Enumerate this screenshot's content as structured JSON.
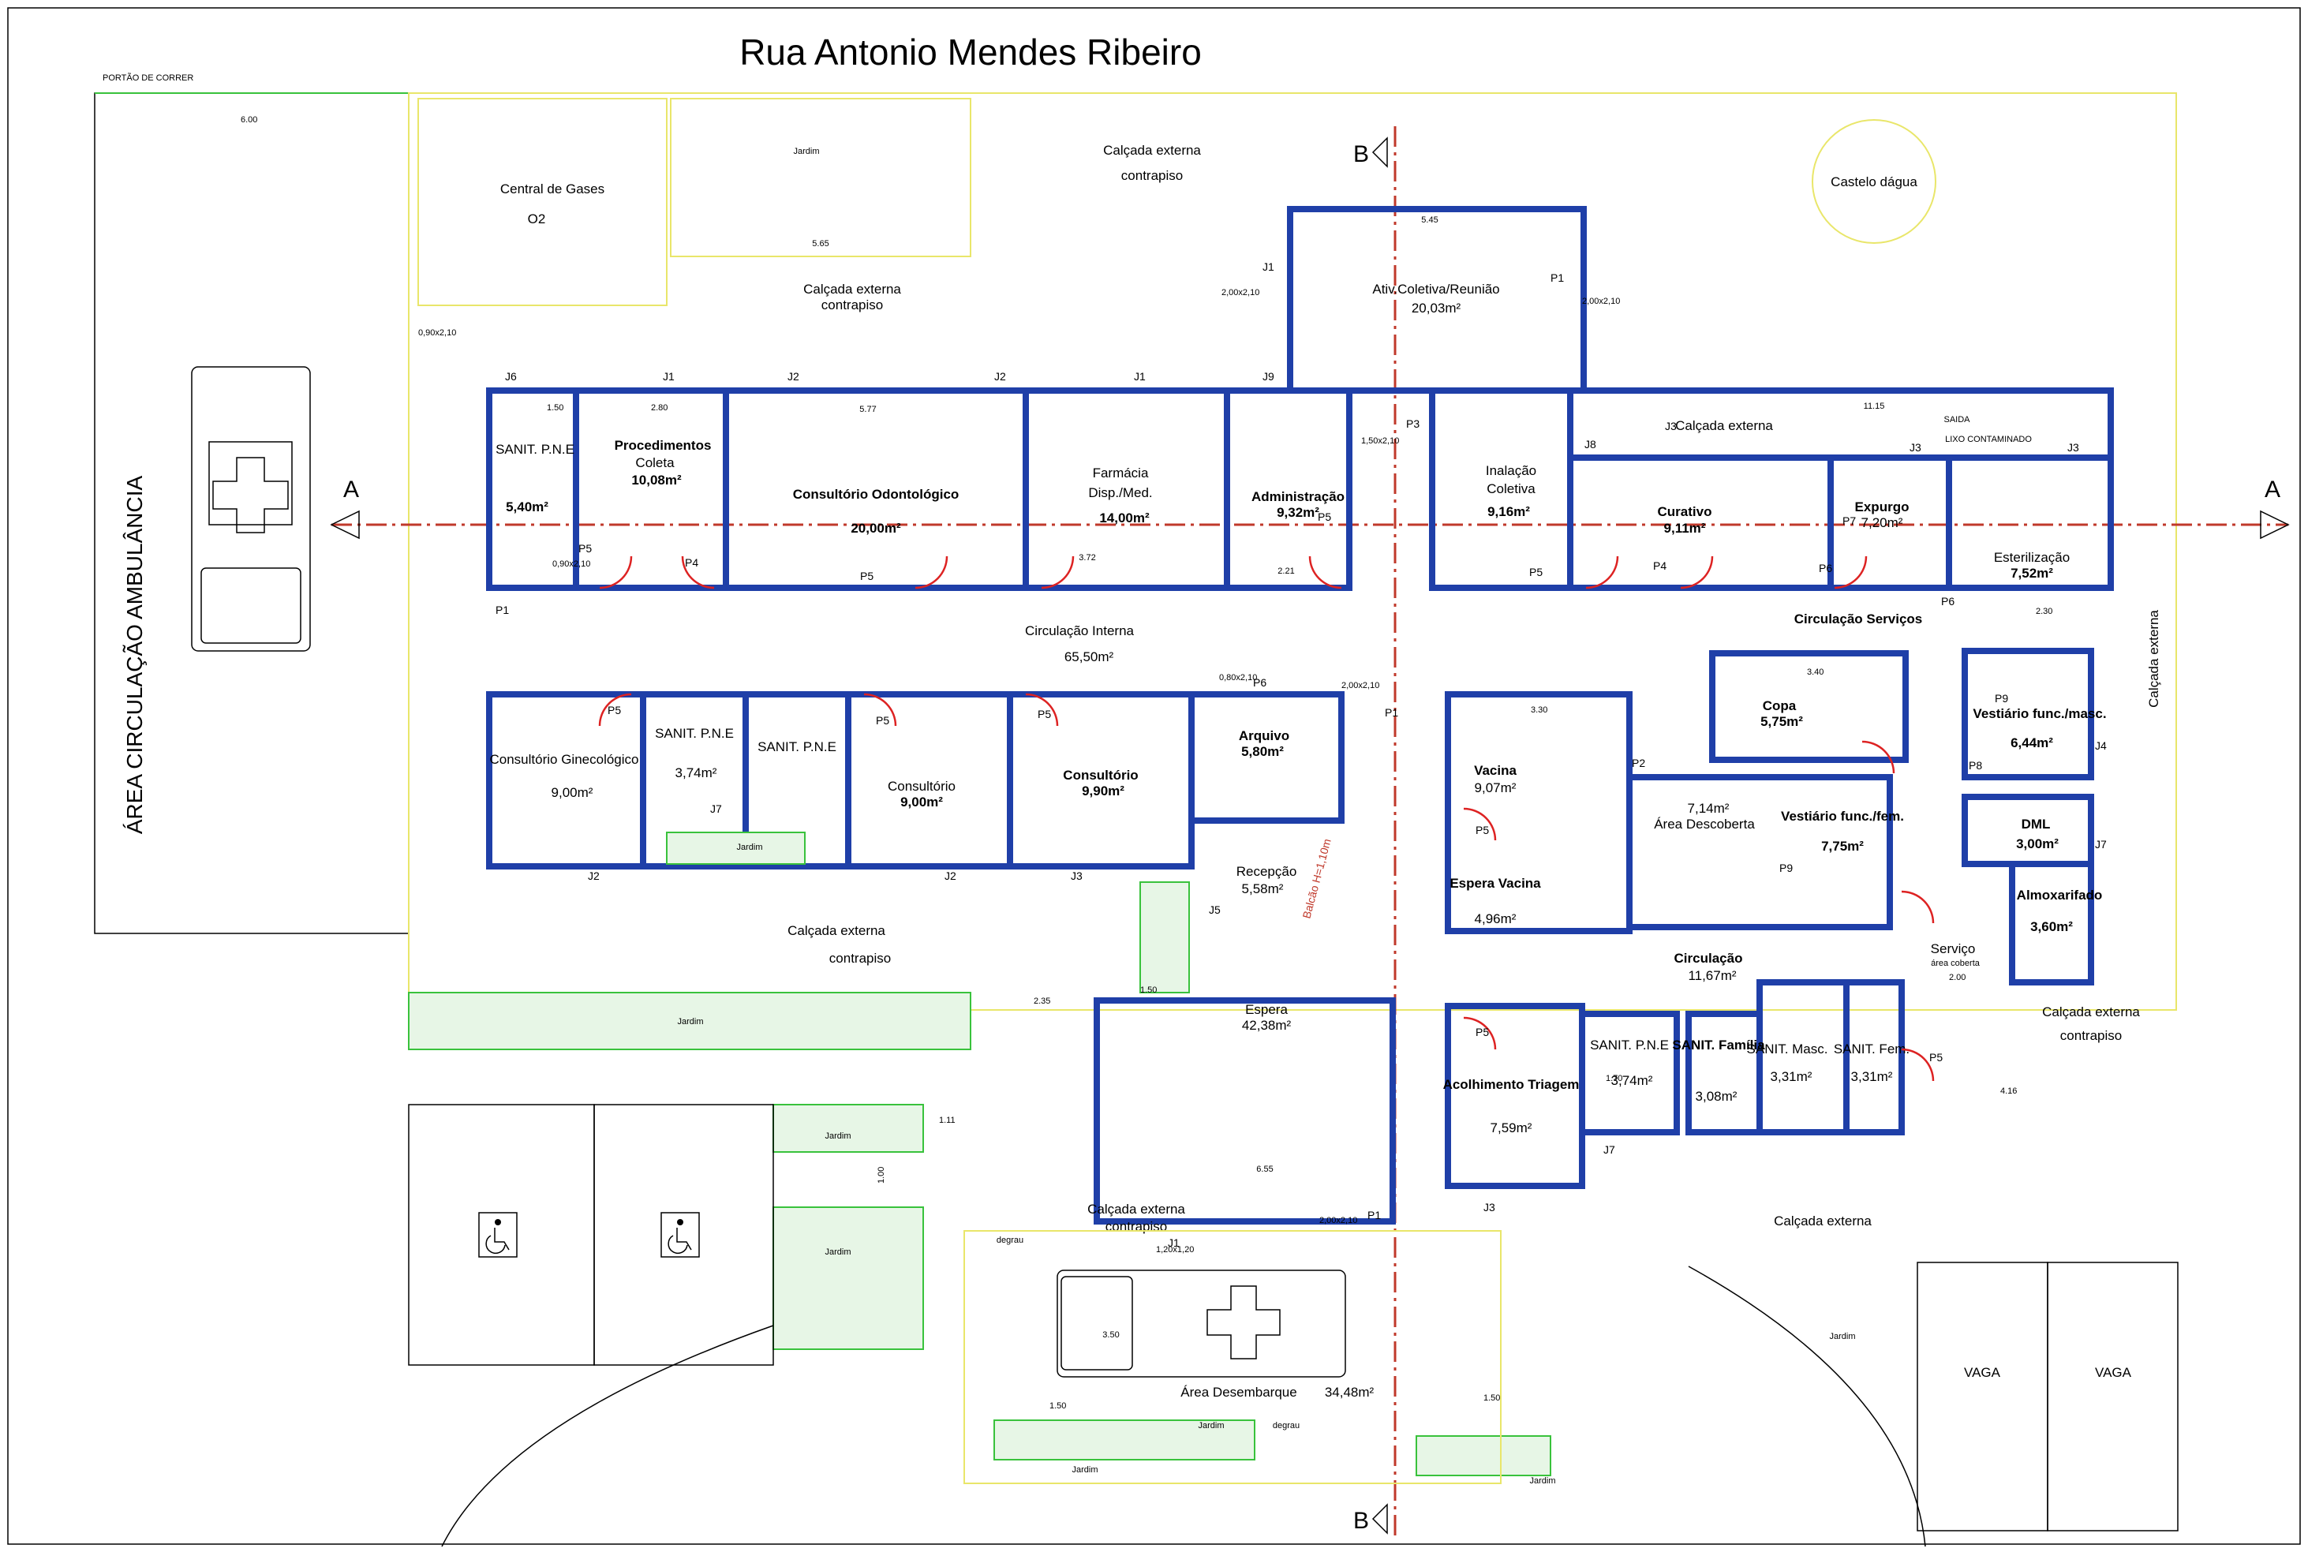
{
  "title": "Rua Antonio Mendes Ribeiro",
  "gate": "PORTÃO DE CORRER",
  "ambulance_area": "ÁREA CIRCULAÇÃO AMBULÂNCIA",
  "section_a": "A",
  "section_b": "B",
  "outside": {
    "central_gases_1": "Central de Gases",
    "central_gases_2": "O2",
    "jardim": "Jardim",
    "calcada": "Calçada externa",
    "contrapiso": "contrapiso",
    "castelo": "Castelo dágua",
    "vaga": "VAGA",
    "saida": "SAIDA",
    "lixo": "LIXO CONTAMINADO",
    "degrau": "degrau"
  },
  "rooms": {
    "sanit_pne": "SANIT. P.N.E",
    "sanit_pne_area": "5,40m²",
    "procedimentos": "Procedimentos",
    "coleta": "Coleta",
    "coleta_area": "10,08m²",
    "odonto": "Consultório Odontológico",
    "odonto_area": "20,00m²",
    "farmacia": "Farmácia",
    "farmacia_2": "Disp./Med.",
    "farmacia_area": "14,00m²",
    "adm": "Administração",
    "adm_area": "9,32m²",
    "ativ": "Ativ.Coletiva/Reunião",
    "ativ_area": "20,03m²",
    "inalacao": "Inalação",
    "inalacao_2": "Coletiva",
    "inalacao_area": "9,16m²",
    "curativo": "Curativo",
    "curativo_area": "9,11m²",
    "expurgo": "Expurgo",
    "expurgo_area": "7,20m²",
    "esterilizacao": "Esterilização",
    "esterilizacao_area": "7,52m²",
    "circ_interna": "Circulação Interna",
    "circ_interna_area": "65,50m²",
    "circ_servicos": "Circulação Serviços",
    "cons_gin": "Consultório Ginecológico",
    "cons_gin_area": "9,00m²",
    "sanit_a": "SANIT. P.N.E",
    "sanit_a_area": "3,74m²",
    "sanit_b": "SANIT. P.N.E",
    "cons_1": "Consultório",
    "cons_1_area": "9,00m²",
    "cons_2": "Consultório",
    "cons_2_area": "9,90m²",
    "arquivo": "Arquivo",
    "arquivo_area": "5,80m²",
    "recepcao": "Recepção",
    "recepcao_area": "5,58m²",
    "balcao": "Balcão H=1,10m",
    "vacina": "Vacina",
    "vacina_area": "9,07m²",
    "espera_vacina": "Espera Vacina",
    "espera_vacina_area": "4,96m²",
    "copa": "Copa",
    "copa_area": "5,75m²",
    "area_desc": "Área Descoberta",
    "area_desc_area": "7,14m²",
    "vest_fem": "Vestiário func./fem.",
    "vest_fem_area": "7,75m²",
    "vest_masc": "Vestiário func./masc.",
    "vest_masc_area": "6,44m²",
    "dml": "DML",
    "dml_area": "3,00m²",
    "almox": "Almoxarifado",
    "almox_area": "3,60m²",
    "servico": "Serviço",
    "servico_2": "área coberta",
    "circulacao": "Circulação",
    "circulacao_area": "11,67m²",
    "espera": "Espera",
    "espera_area": "42,38m²",
    "acolhimento": "Acolhimento Triagem",
    "acolhimento_area": "7,59m²",
    "sanit_c": "SANIT. P.N.E",
    "sanit_c_area": "3,74m²",
    "sanit_fam": "SANIT. Família",
    "sanit_fam_area": "3,08m²",
    "sanit_masc": "SANIT. Masc.",
    "sanit_masc_area": "3,31m²",
    "sanit_fem": "SANIT. Fem.",
    "sanit_fem_area": "3,31m²",
    "desembarque": "Área Desembarque",
    "desembarque_area": "34,48m²"
  },
  "dims": {
    "d600": "6.00",
    "d565": "5.65",
    "d545": "5.45",
    "d577": "5.77",
    "d372": "3.72",
    "d221": "2.21",
    "d150": "1.50",
    "d280": "2.80",
    "d330": "3.30",
    "d340": "3.40",
    "d230": "2.30",
    "d115": "11.15",
    "d416": "4.16",
    "d655": "6.55",
    "d111": "1.11",
    "d100": "1.00",
    "d350": "3.50",
    "d200": "2.00",
    "d235": "2.35",
    "d170": "1.70"
  },
  "openings": {
    "p1": "P1",
    "p2": "P2",
    "p3": "P3",
    "p4": "P4",
    "p5": "P5",
    "p6": "P6",
    "p7": "P7",
    "p8": "P8",
    "p9": "P9",
    "j1": "J1",
    "j2": "J2",
    "j3": "J3",
    "j4": "J4",
    "j5": "J5",
    "j6": "J6",
    "j7": "J7",
    "j8": "J8",
    "j9": "J9",
    "w090": "0,90x2,10",
    "w200": "2,00x2,10",
    "w120": "1,20x1,20",
    "w150": "1,50x2,10",
    "w080": "0,80x2,10"
  }
}
